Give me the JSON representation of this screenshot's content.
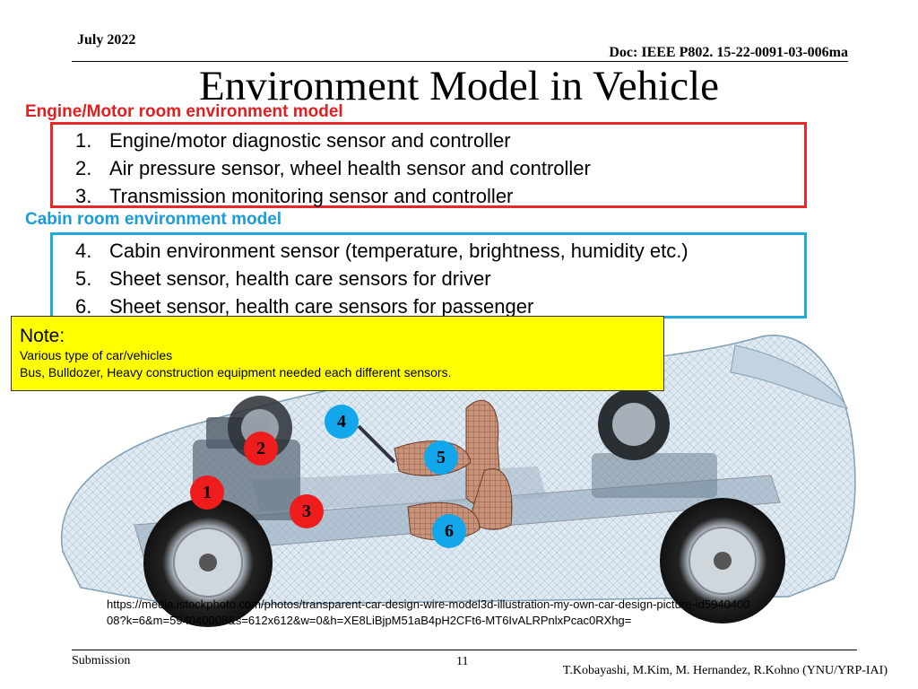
{
  "header": {
    "date": "July 2022",
    "doc_id": "Doc: IEEE P802. 15-22-0091-03-006ma"
  },
  "title": "Environment Model in Vehicle",
  "engine_section": {
    "heading": "Engine/Motor room environment model",
    "color": "#e02020",
    "items": [
      {
        "num": "1.",
        "text": "Engine/motor diagnostic sensor and controller"
      },
      {
        "num": "2.",
        "text": "Air pressure sensor, wheel health sensor and controller"
      },
      {
        "num": "3.",
        "text": "Transmission monitoring sensor and controller"
      }
    ]
  },
  "cabin_section": {
    "heading": "Cabin room environment model",
    "color": "#1a9cd8",
    "items": [
      {
        "num": "4.",
        "text": "Cabin environment sensor (temperature, brightness, humidity etc.)"
      },
      {
        "num": "5.",
        "text": "Sheet sensor, health care sensors for driver"
      },
      {
        "num": "6.",
        "text": "Sheet sensor, health care sensors for passenger"
      }
    ]
  },
  "note": {
    "title": "Note:",
    "lines": [
      "Various type of car/vehicles",
      "Bus, Bulldozer, Heavy construction equipment needed each different sensors."
    ]
  },
  "markers": [
    {
      "label": "1",
      "color": "#ee1c1c"
    },
    {
      "label": "2",
      "color": "#ee1c1c"
    },
    {
      "label": "3",
      "color": "#ee1c1c"
    },
    {
      "label": "4",
      "color": "#12a6ea"
    },
    {
      "label": "5",
      "color": "#12a6ea"
    },
    {
      "label": "6",
      "color": "#12a6ea"
    }
  ],
  "image_source": "https://media.istockphoto.com/photos/transparent-car-design-wire-model3d-illustration-my-own-car-design-picture-id594040008?k=6&m=594040008&s=612x612&w=0&h=XE8LiBjpM51aB4pH2CFt6-MT6IvALRPnlxPcac0RXhg=",
  "footer": {
    "left": "Submission",
    "page": "11",
    "authors": "T.Kobayashi, M.Kim, M. Hernandez, R.Kohno (YNU/YRP-IAI)"
  }
}
